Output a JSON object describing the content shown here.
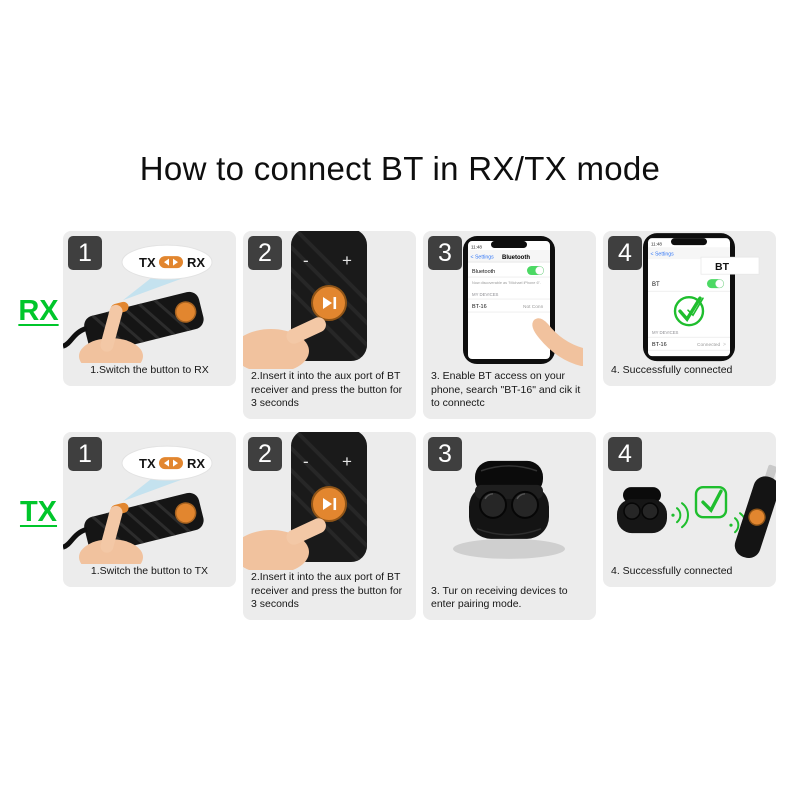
{
  "title": "How to connect BT in RX/TX mode",
  "colors": {
    "mode_green": "#00c62b",
    "button_orange": "#e2862f",
    "toggle_green": "#4cd964",
    "check_green": "#1fbe2e",
    "panel_gray": "#ececec",
    "badge_dark": "#3f3f3f"
  },
  "rows": [
    {
      "mode_label": "RX",
      "steps": [
        {
          "num": "1",
          "caption": "1.Switch the button to RX"
        },
        {
          "num": "2",
          "caption": "2.Insert it into the aux port of BT receiver and press the button for 3 seconds"
        },
        {
          "num": "3",
          "caption": "3. Enable BT access on your phone, search \"BT-16\" and cik it to connectc"
        },
        {
          "num": "4",
          "caption": "4. Successfully connected"
        }
      ]
    },
    {
      "mode_label": "TX",
      "steps": [
        {
          "num": "1",
          "caption": "1.Switch the button to TX"
        },
        {
          "num": "2",
          "caption": "2.Insert it into the aux port of BT receiver and press the button for 3 seconds"
        },
        {
          "num": "3",
          "caption": "3. Tur on receiving devices to enter pairing mode."
        },
        {
          "num": "4",
          "caption": "4. Successfully connected"
        }
      ]
    }
  ],
  "illustrations": {
    "switch_bubble": {
      "tx_label": "TX",
      "rx_label": "RX"
    },
    "device_face": {
      "minus_label": "-",
      "plus_label": "+"
    },
    "phone_settings": {
      "time": "11:48",
      "back_label": "< Settings",
      "screen_title": "Bluetooth",
      "bluetooth_row_label": "Bluetooth",
      "discoverable_text": "Now discoverable as \"Michael iPhone 6\".",
      "my_devices_label": "MY DEVICES",
      "device_name": "BT-16",
      "device_status": "Not Conn"
    },
    "phone_connected": {
      "time": "11:48",
      "back_label": "< Settings",
      "callout_label": "BT",
      "bt_row_label": "BT",
      "my_devices_label": "MY DEVICES",
      "device_name": "BT-16",
      "device_status": "Connected",
      "chevron": ">"
    }
  }
}
